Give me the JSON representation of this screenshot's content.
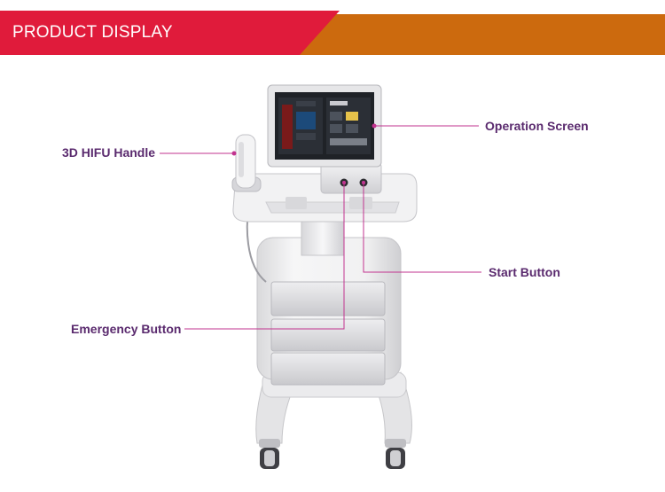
{
  "banner": {
    "title": "PRODUCT DISPLAY",
    "colors": {
      "red": "#e01b3b",
      "orange": "#cc6a0e"
    }
  },
  "callouts": {
    "handle": "3D HIFU Handle",
    "screen": "Operation Screen",
    "start": "Start Button",
    "emergency": "Emergency Button",
    "color": "#c2338f"
  },
  "icons": [
    "hifu-handle-icon",
    "touch-screen-icon",
    "start-button-icon",
    "emergency-button-icon",
    "caster-wheel-icon"
  ]
}
